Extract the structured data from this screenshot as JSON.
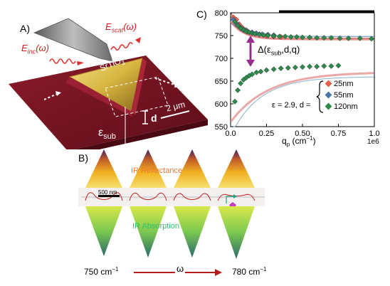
{
  "panels": {
    "A": {
      "label": "A)",
      "e_inc": "E",
      "e_inc_sub": "inc",
      "e_inc_arg": "(ω)",
      "e_scat": "E",
      "e_scat_sub": "scat",
      "e_scat_arg": "(ω)",
      "material": "SrTiO",
      "material_sub": "3",
      "thickness": "d",
      "scale_bar": "2 μm",
      "substrate": "ε",
      "substrate_sub": "sub"
    },
    "B": {
      "label": "B)",
      "reflectance": "IR Reflectance",
      "absorption": "IR Absorption",
      "scale_bar": "500 nm",
      "omega_start": "750 cm",
      "omega_start_sup": "−1",
      "omega": "ω",
      "omega_end": "780 cm",
      "omega_end_sup": "−1"
    },
    "C": {
      "label": "C)",
      "annotation": "Δ(ε",
      "annotation_sub": "sub",
      "annotation_tail": ",d,q)",
      "epsilon_text": "ε = 2.9, d =",
      "xlabel": "q",
      "xlabel_sub": "p",
      "xlabel_unit": " (cm",
      "xlabel_unit_sup": "−1",
      "xlabel_close": ")",
      "x_multiplier": "1e6"
    }
  },
  "colors": {
    "substrate": "#7a1424",
    "triangle": "#d6b43c",
    "series_25": "#e8604a",
    "series_55": "#4a78a8",
    "series_120": "#2e8a4a",
    "arrow": "#9a2c8c",
    "red_axis": "#b51c1c"
  },
  "chart_data": {
    "type": "scatter",
    "x_range": [
      0,
      1000000
    ],
    "ylim": [
      550,
      800
    ],
    "xticks": [
      "0.0",
      "0.25",
      "0.50",
      "0.75",
      "1.0"
    ],
    "yticks": [
      "550",
      "600",
      "650",
      "700",
      "750",
      "800"
    ],
    "series": [
      {
        "name": "25nm",
        "color": "#e8604a",
        "x": [
          20000,
          40000,
          60000,
          80000,
          110000,
          150000,
          200000,
          250000,
          300000,
          350000
        ],
        "y": [
          790,
          785,
          775,
          768,
          762,
          757,
          753,
          750,
          748,
          747
        ]
      },
      {
        "name": "55nm",
        "color": "#4a78a8",
        "x": [
          20000,
          40000,
          60000,
          80000,
          100000,
          120000,
          150000,
          180000,
          220000,
          260000,
          300000
        ],
        "y": [
          785,
          777,
          770,
          765,
          762,
          759,
          757,
          755,
          753,
          752,
          751
        ]
      },
      {
        "name": "120nm",
        "color": "#2e8a4a",
        "x": [
          30000,
          50000,
          70000,
          90000,
          110000,
          130000,
          150000,
          170000,
          200000,
          230000,
          260000,
          300000,
          340000,
          380000,
          420000,
          460000,
          500000,
          550000,
          600000,
          650000,
          700000,
          760000,
          820000,
          900000,
          980000
        ],
        "y": [
          780,
          772,
          766,
          762,
          759,
          757,
          755,
          754,
          752,
          751,
          750,
          749,
          748,
          748,
          747,
          747,
          746,
          746,
          745,
          745,
          745,
          744,
          744,
          744,
          743
        ]
      },
      {
        "name": "120nm",
        "color": "#2e8a4a",
        "x": [
          30000,
          50000,
          70000,
          90000,
          110000,
          130000,
          150000,
          180000,
          210000,
          250000,
          300000,
          350000,
          400000,
          450000,
          500000,
          550000,
          600000,
          650000,
          700000,
          750000
        ],
        "y": [
          605,
          630,
          645,
          653,
          658,
          662,
          665,
          669,
          671,
          674,
          676,
          678,
          679,
          680,
          681,
          682,
          682,
          683,
          683,
          684
        ]
      }
    ],
    "legend": [
      "25nm",
      "55nm",
      "120nm"
    ]
  }
}
